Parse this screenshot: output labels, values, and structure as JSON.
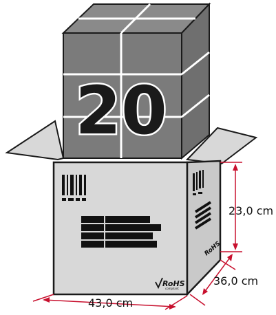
{
  "quantity": "20",
  "dimensions": {
    "width": "43,0 cm",
    "depth": "36,0 cm",
    "height": "23,0 cm"
  },
  "rohs": {
    "label": "RoHS",
    "sub": "compliant"
  },
  "colors": {
    "stack_fill": "#7b7b7b",
    "box_fill": "#d8d8d8",
    "box_side_fill": "#c9c9c9",
    "outline": "#1a1a1a",
    "dimension_lines": "#c8102e",
    "marks": "#111111"
  }
}
